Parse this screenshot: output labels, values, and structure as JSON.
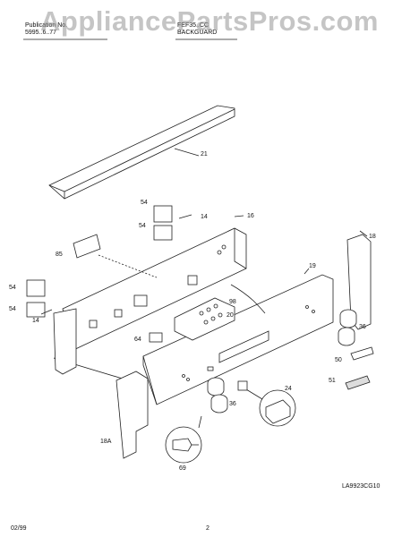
{
  "header": {
    "publication_label": "Publication No.",
    "publication_no": "5995..6..77",
    "model": "FEF35..CC",
    "section_title": "BACKGUARD"
  },
  "watermark": "AppliancePartsPros.com",
  "callouts": [
    "21",
    "54",
    "14",
    "16",
    "54",
    "85",
    "19",
    "18",
    "54",
    "98",
    "54",
    "14",
    "20",
    "64",
    "36",
    "50",
    "51",
    "24",
    "36",
    "18A",
    "69"
  ],
  "diagram_code": "LA9923CG10",
  "footer": {
    "date": "02/99",
    "page": "2"
  }
}
